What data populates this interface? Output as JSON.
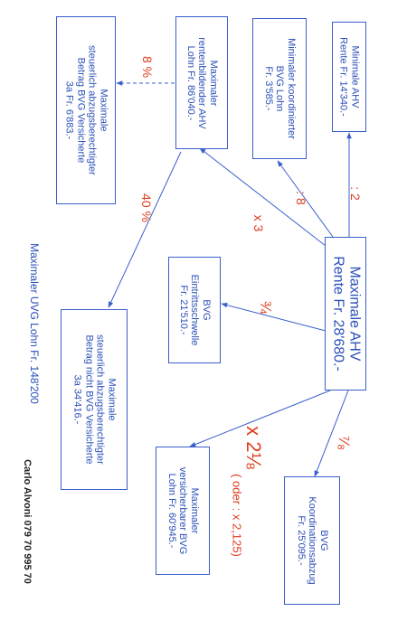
{
  "boxes": {
    "min_ahv": [
      "Minimale AHV",
      "Rente Fr. 14'340.-"
    ],
    "min_koord": [
      "Minimaler koordinierter",
      "BVG Lohn",
      "Fr. 3'585.-"
    ],
    "rentenbild": [
      "Maximaler",
      "rentenbildender AHV",
      "Lohn Fr. 86'040.-"
    ],
    "max_3a_bvg": [
      "Maximale",
      "steuerlich abzugsberechtigter",
      "Betrag BVG Versicherte",
      "3a Fr. 6'883.-"
    ],
    "max_ahv": [
      "Maximale AHV",
      "Rente Fr. 28'680.-"
    ],
    "eintritt": [
      "BVG",
      "Eintrittsschwelle",
      "Fr. 21'510.-"
    ],
    "max_3a_nicht": [
      "Maximale",
      "steuerlich abzugsberechtigter",
      "Betrag nicht BVG Versicherte",
      "3a 34'416.-"
    ],
    "versichert": [
      "Maximaler",
      "versicherbarer BVG",
      "Lohn Fr. 60'945.-"
    ],
    "koordabzug": [
      "BVG",
      "Koordinationsabzug",
      "Fr. 25'095.-"
    ]
  },
  "edge_labels": {
    "div2": ": 2",
    "div8": ": 8",
    "x3": "x 3",
    "p8": "8 %",
    "p40": "40 %",
    "three_quarters": "¾",
    "seven_eighths": "⁷⁄₈",
    "x2_1_8": "x 2⅛",
    "oder": "( oder : x 2,125)"
  },
  "free_text": {
    "uvg": "Maximaler UVG Lohn Fr. 148'200",
    "author": "Carlo Alvoni 079 70 995 70"
  },
  "colors": {
    "line": "#3a5fcd",
    "text": "#2a4fb8",
    "label": "#e03c1f"
  }
}
